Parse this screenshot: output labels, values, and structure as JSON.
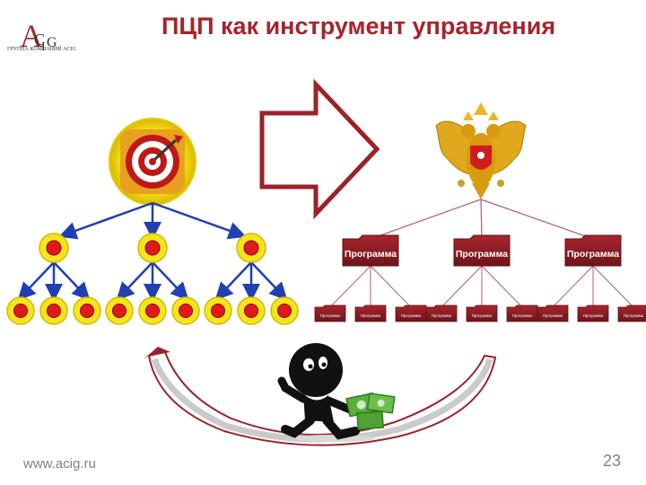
{
  "header": {
    "title": "ПЦП как инструмент управления",
    "logo_letters": "ACIG",
    "logo_caption": "ГРУППА КОМПАНИЙ ACIG"
  },
  "diagram": {
    "program_label": "Программа",
    "subprogram_label": "Программа",
    "program_count": 3,
    "subprograms_per_program": 3
  },
  "footer": {
    "url": "www.acig.ru",
    "page_number": "23"
  },
  "colors": {
    "title": "#a8232b",
    "program_box": "#8f1d24",
    "node_fill": "#f5e61b",
    "node_dot": "#e01a1a",
    "arrow_blue": "#1f3fb2",
    "big_arrow": "#9b2228"
  },
  "icons": [
    "target-dart-icon",
    "russian-coat-of-arms-icon",
    "thief-running-with-money-icon",
    "big-right-arrow-icon"
  ]
}
